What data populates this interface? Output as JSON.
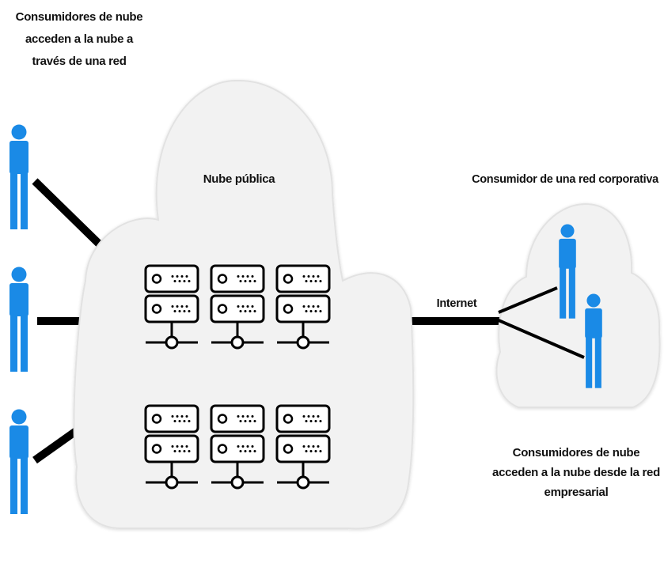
{
  "labels": {
    "cloud_consumers": "Consumidores de nube acceden a la nube a través de una red",
    "public_cloud": "Nube pública",
    "corporate_consumer": "Consumidor de una red corporativa",
    "internet": "Internet",
    "enterprise_consumers": "Consumidores de nube acceden a la nube desde la red empresarial"
  },
  "colors": {
    "person": "#1a8ae6",
    "cloud_fill": "#f2f2f2",
    "cloud_stroke": "#e2e2e2",
    "line": "#000000"
  },
  "icons": {
    "person": "person-icon",
    "server": "server-rack-icon",
    "cloud": "cloud-icon"
  }
}
